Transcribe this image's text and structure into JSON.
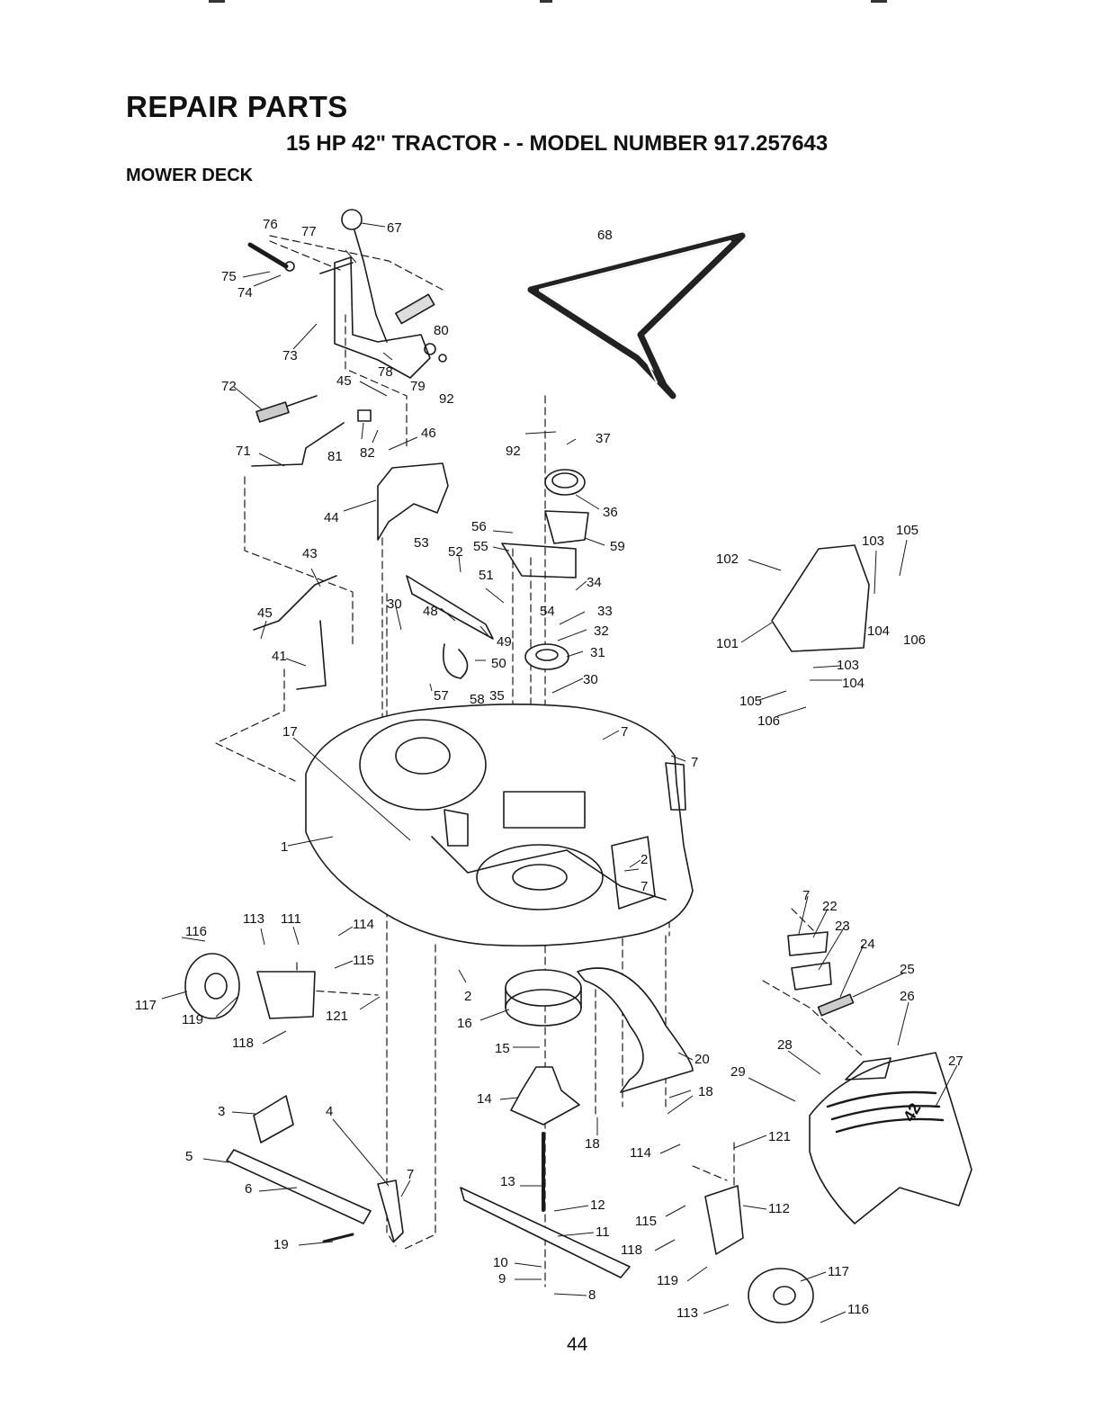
{
  "header": {
    "title": "REPAIR PARTS",
    "subtitle": "15 HP 42\" TRACTOR - - MODEL NUMBER 917.257643",
    "section": "MOWER DECK"
  },
  "page_number": "44",
  "parts": [
    {
      "id": "76",
      "label": "76"
    },
    {
      "id": "77",
      "label": "77"
    },
    {
      "id": "67",
      "label": "67"
    },
    {
      "id": "75",
      "label": "75"
    },
    {
      "id": "74",
      "label": "74"
    },
    {
      "id": "80",
      "label": "80"
    },
    {
      "id": "73",
      "label": "73"
    },
    {
      "id": "78",
      "label": "78"
    },
    {
      "id": "79",
      "label": "79"
    },
    {
      "id": "92a",
      "label": "92"
    },
    {
      "id": "72",
      "label": "72"
    },
    {
      "id": "45a",
      "label": "45"
    },
    {
      "id": "81",
      "label": "81"
    },
    {
      "id": "82",
      "label": "82"
    },
    {
      "id": "46",
      "label": "46"
    },
    {
      "id": "71",
      "label": "71"
    },
    {
      "id": "44",
      "label": "44"
    },
    {
      "id": "68",
      "label": "68"
    },
    {
      "id": "92b",
      "label": "92"
    },
    {
      "id": "37",
      "label": "37"
    },
    {
      "id": "36",
      "label": "36"
    },
    {
      "id": "56",
      "label": "56"
    },
    {
      "id": "55",
      "label": "55"
    },
    {
      "id": "59",
      "label": "59"
    },
    {
      "id": "53",
      "label": "53"
    },
    {
      "id": "52",
      "label": "52"
    },
    {
      "id": "51",
      "label": "51"
    },
    {
      "id": "34",
      "label": "34"
    },
    {
      "id": "54",
      "label": "54"
    },
    {
      "id": "33",
      "label": "33"
    },
    {
      "id": "32",
      "label": "32"
    },
    {
      "id": "31",
      "label": "31"
    },
    {
      "id": "30a",
      "label": "30"
    },
    {
      "id": "48",
      "label": "48"
    },
    {
      "id": "49",
      "label": "49"
    },
    {
      "id": "50",
      "label": "50"
    },
    {
      "id": "43",
      "label": "43"
    },
    {
      "id": "45b",
      "label": "45"
    },
    {
      "id": "41",
      "label": "41"
    },
    {
      "id": "30b",
      "label": "30"
    },
    {
      "id": "57",
      "label": "57"
    },
    {
      "id": "58",
      "label": "58"
    },
    {
      "id": "35",
      "label": "35"
    },
    {
      "id": "17",
      "label": "17"
    },
    {
      "id": "7a",
      "label": "7"
    },
    {
      "id": "7b",
      "label": "7"
    },
    {
      "id": "1",
      "label": "1"
    },
    {
      "id": "2a",
      "label": "2"
    },
    {
      "id": "7c",
      "label": "7"
    },
    {
      "id": "102",
      "label": "102"
    },
    {
      "id": "103a",
      "label": "103"
    },
    {
      "id": "105a",
      "label": "105"
    },
    {
      "id": "101",
      "label": "101"
    },
    {
      "id": "104a",
      "label": "104"
    },
    {
      "id": "106a",
      "label": "106"
    },
    {
      "id": "103b",
      "label": "103"
    },
    {
      "id": "104b",
      "label": "104"
    },
    {
      "id": "105b",
      "label": "105"
    },
    {
      "id": "106b",
      "label": "106"
    },
    {
      "id": "116a",
      "label": "116"
    },
    {
      "id": "113a",
      "label": "113"
    },
    {
      "id": "111",
      "label": "111"
    },
    {
      "id": "114a",
      "label": "114"
    },
    {
      "id": "115a",
      "label": "115"
    },
    {
      "id": "117a",
      "label": "117"
    },
    {
      "id": "119a",
      "label": "119"
    },
    {
      "id": "121a",
      "label": "121"
    },
    {
      "id": "118a",
      "label": "118"
    },
    {
      "id": "2b",
      "label": "2"
    },
    {
      "id": "16",
      "label": "16"
    },
    {
      "id": "15",
      "label": "15"
    },
    {
      "id": "14",
      "label": "14"
    },
    {
      "id": "20",
      "label": "20"
    },
    {
      "id": "18a",
      "label": "18"
    },
    {
      "id": "18b",
      "label": "18"
    },
    {
      "id": "7d",
      "label": "7"
    },
    {
      "id": "22",
      "label": "22"
    },
    {
      "id": "23",
      "label": "23"
    },
    {
      "id": "24",
      "label": "24"
    },
    {
      "id": "25",
      "label": "25"
    },
    {
      "id": "26",
      "label": "26"
    },
    {
      "id": "28",
      "label": "28"
    },
    {
      "id": "29",
      "label": "29"
    },
    {
      "id": "27",
      "label": "27"
    },
    {
      "id": "3",
      "label": "3"
    },
    {
      "id": "4",
      "label": "4"
    },
    {
      "id": "5",
      "label": "5"
    },
    {
      "id": "6",
      "label": "6"
    },
    {
      "id": "7e",
      "label": "7"
    },
    {
      "id": "19",
      "label": "19"
    },
    {
      "id": "13",
      "label": "13"
    },
    {
      "id": "12",
      "label": "12"
    },
    {
      "id": "11",
      "label": "11"
    },
    {
      "id": "10",
      "label": "10"
    },
    {
      "id": "9",
      "label": "9"
    },
    {
      "id": "8",
      "label": "8"
    },
    {
      "id": "114b",
      "label": "114"
    },
    {
      "id": "121b",
      "label": "121"
    },
    {
      "id": "112",
      "label": "112"
    },
    {
      "id": "115b",
      "label": "115"
    },
    {
      "id": "118b",
      "label": "118"
    },
    {
      "id": "119b",
      "label": "119"
    },
    {
      "id": "117b",
      "label": "117"
    },
    {
      "id": "113b",
      "label": "113"
    },
    {
      "id": "116b",
      "label": "116"
    }
  ],
  "deck_badge": "42"
}
